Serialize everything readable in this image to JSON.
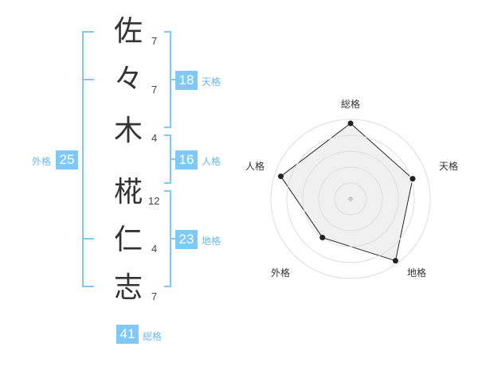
{
  "name_chars": [
    {
      "char": "佐",
      "strokes": "7"
    },
    {
      "char": "々",
      "strokes": "7"
    },
    {
      "char": "木",
      "strokes": "4"
    },
    {
      "char": "椛",
      "strokes": "12"
    },
    {
      "char": "仁",
      "strokes": "4"
    },
    {
      "char": "志",
      "strokes": "7"
    }
  ],
  "fortune": {
    "tenkaku": {
      "value": "18",
      "label": "天格"
    },
    "jinkaku": {
      "value": "16",
      "label": "人格"
    },
    "chikaku": {
      "value": "23",
      "label": "地格"
    },
    "gaikaku": {
      "value": "25",
      "label": "外格"
    },
    "soukaku": {
      "value": "41",
      "label": "総格"
    }
  },
  "colors": {
    "accent": "#7fc8f8",
    "label": "#6ab8ee",
    "text": "#333333",
    "radar_fill": "#f0f0f0",
    "radar_grid": "#dddddd"
  },
  "chart_data": {
    "type": "radar",
    "axes": [
      "総格",
      "天格",
      "地格",
      "外格",
      "人格"
    ],
    "values": [
      0.95,
      0.82,
      0.96,
      0.6,
      0.92
    ],
    "range": [
      0,
      1
    ],
    "grid_rings": 5
  }
}
